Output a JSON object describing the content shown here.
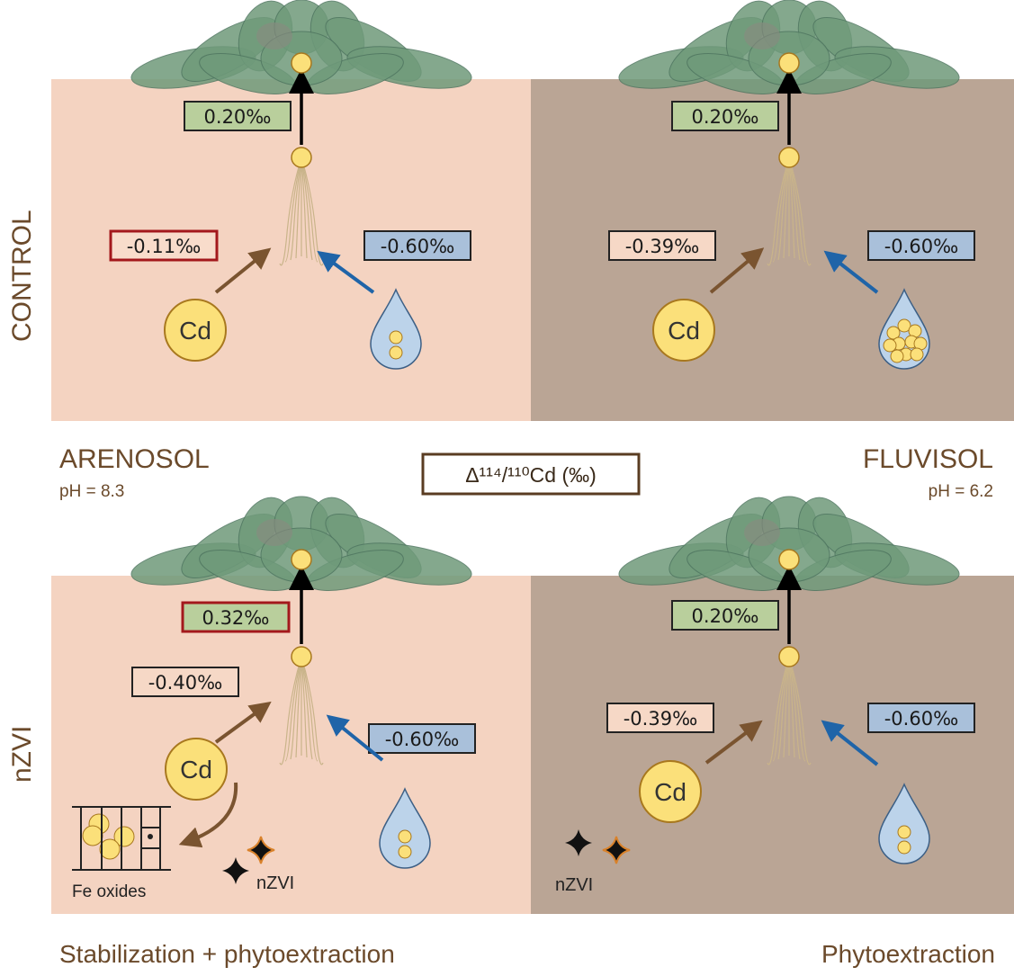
{
  "row_labels": {
    "control": "CONTROL",
    "nzvi": "nZVI"
  },
  "soils": {
    "arenosol": {
      "name": "ARENOSOL",
      "ph": "pH = 8.3"
    },
    "fluvisol": {
      "name": "FLUVISOL",
      "ph": "pH = 6.2"
    }
  },
  "legend": {
    "delta_label": "Δ¹¹⁴/¹¹⁰Cd (‰)"
  },
  "strategies": {
    "left": "Stabilization + phytoextraction",
    "right": "Phytoextraction"
  },
  "colors": {
    "arenosol_bg": "#f4d3c1",
    "fluvisol_bg": "#baa595",
    "text_brown": "#6b4a2b",
    "green_box": "#b9cf9c",
    "blue_box": "#a9c0da",
    "highlight_border": "#a3181c",
    "cd_yellow": "#fbe07a",
    "brown_arrow": "#7a5430",
    "blue_arrow": "#1f64a8"
  },
  "panels": [
    {
      "id": "control-arenosol",
      "shoot_root": "0.20‰",
      "soil_plant": "-0.11‰",
      "solution_plant": "-0.60‰",
      "cd": "Cd",
      "highlight_shoot": false,
      "highlight_soil": true
    },
    {
      "id": "control-fluvisol",
      "shoot_root": "0.20‰",
      "soil_plant": "-0.39‰",
      "solution_plant": "-0.60‰",
      "cd": "Cd",
      "highlight_shoot": false,
      "highlight_soil": false
    },
    {
      "id": "nzvi-arenosol",
      "shoot_root": "0.32‰",
      "soil_plant": "-0.40‰",
      "solution_plant": "-0.60‰",
      "cd": "Cd",
      "highlight_shoot": true,
      "highlight_soil": false,
      "fe_oxides": "Fe oxides",
      "nzvi": "nZVI"
    },
    {
      "id": "nzvi-fluvisol",
      "shoot_root": "0.20‰",
      "soil_plant": "-0.39‰",
      "solution_plant": "-0.60‰",
      "cd": "Cd",
      "highlight_shoot": false,
      "highlight_soil": false,
      "nzvi": "nZVI"
    }
  ]
}
